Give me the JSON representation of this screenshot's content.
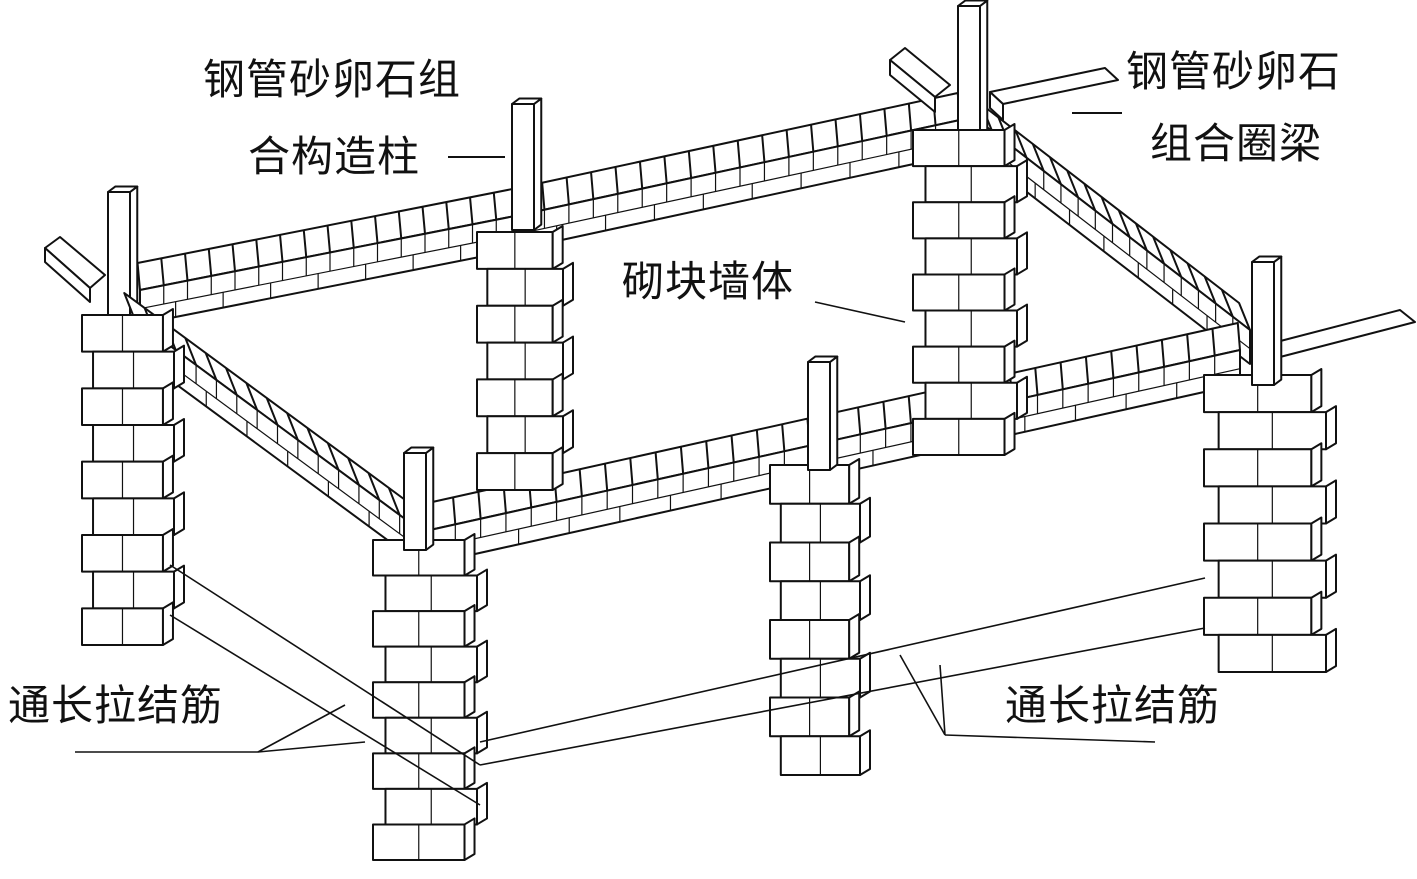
{
  "labels": {
    "column_line1": "钢管砂卵石组",
    "column_line2": "合构造柱",
    "ringbeam_line1": "钢管砂卵石",
    "ringbeam_line2": "组合圈梁",
    "wall": "砌块墙体",
    "tie_bar_left": "通长拉结筋",
    "tie_bar_right": "通长拉结筋"
  },
  "colors": {
    "line": "#111111",
    "fill": "#ffffff",
    "brick_line": "#333333"
  }
}
